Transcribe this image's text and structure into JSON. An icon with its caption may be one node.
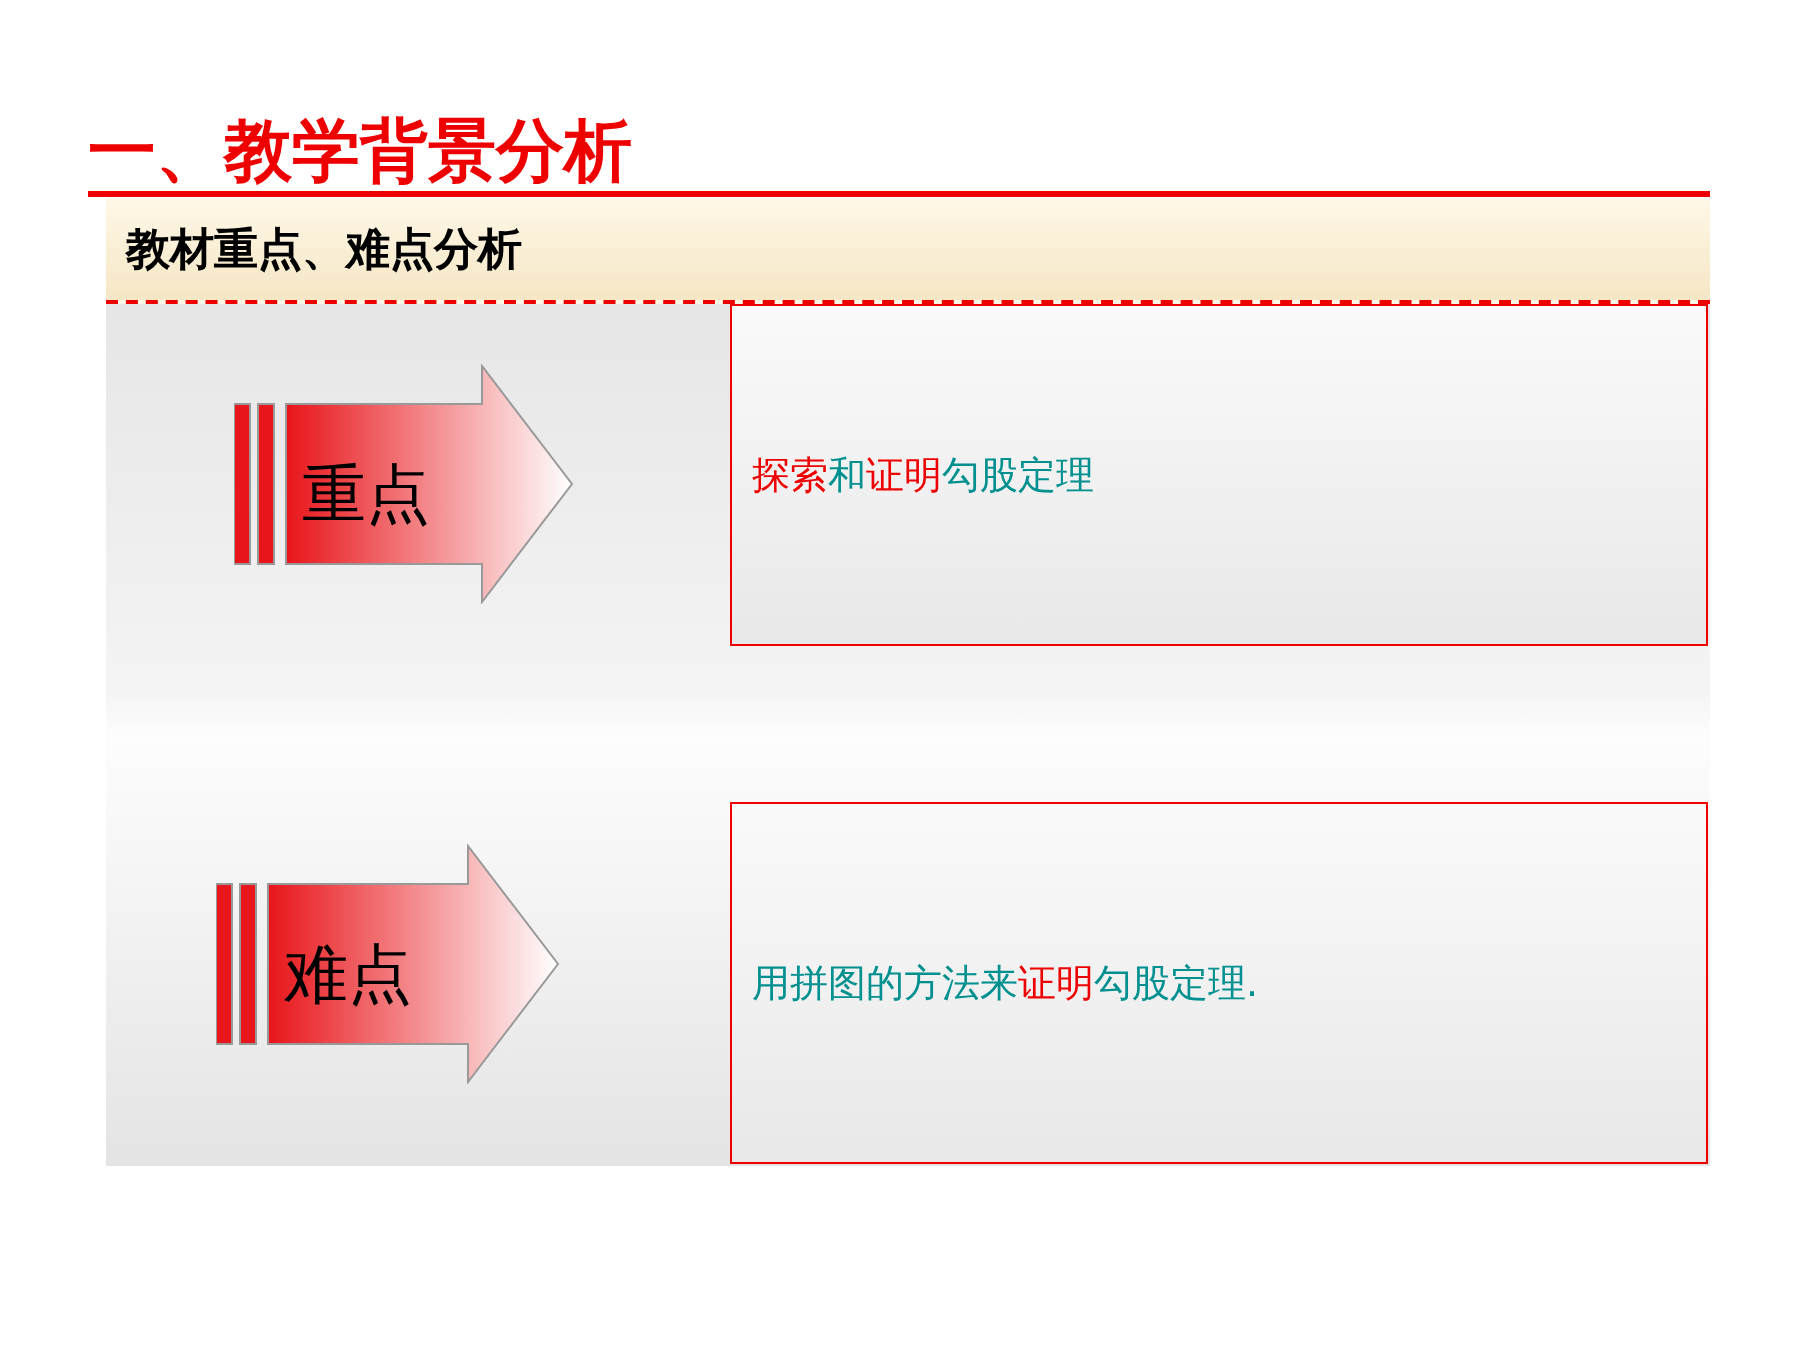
{
  "diagram": {
    "title": "一、教学背景分析",
    "nodes": [
      {
        "text": [
          "教材重点、难点分析"
        ]
      },
      {
        "text": [
          "重点"
        ]
      },
      {
        "text": [
          "**探索**和**证明**勾股定理"
        ]
      },
      {
        "text": [
          "难点"
        ]
      },
      {
        "text": [
          "用拼图的方法来**证明**勾股定理."
        ]
      }
    ]
  }
}
